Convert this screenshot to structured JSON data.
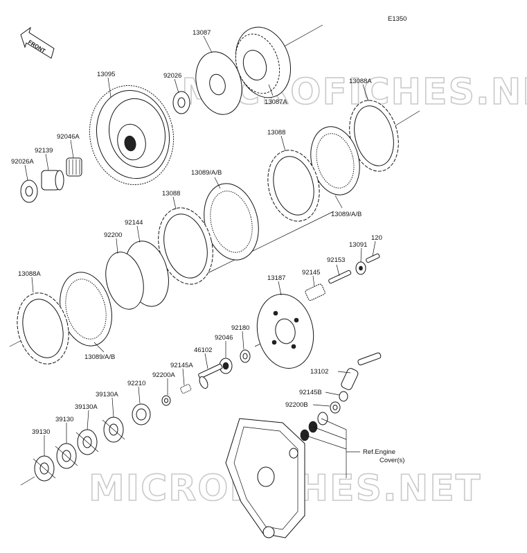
{
  "diagram_code": "E1350",
  "direction_label": "FRONT",
  "watermark_top": "MICROFICHES.NET",
  "watermark_bottom": "MICROFICHES.NET",
  "reference_note_line1": "Ref.Engine",
  "reference_note_line2": "Cover(s)",
  "part_labels": {
    "p13087": "13087",
    "p13087A": "13087A",
    "p13095": "13095",
    "p92026": "92026",
    "p13088A_top": "13088A",
    "p92046A": "92046A",
    "p92139": "92139",
    "p92026A": "92026A",
    "p13088_right": "13088",
    "p13089_mid": "13089/A/B",
    "p13088_left": "13088",
    "p13089_right": "13089/A/B",
    "p92144": "92144",
    "p92200": "92200",
    "p13091": "13091",
    "p120": "120",
    "p92153": "92153",
    "p92145": "92145",
    "p13088A_bottom": "13088A",
    "p13187": "13187",
    "p92180": "92180",
    "p92046": "92046",
    "p46102": "46102",
    "p13089_bottom": "13089/A/B",
    "p92145A": "92145A",
    "p92200A": "92200A",
    "p13102": "13102",
    "p92210": "92210",
    "p39130A_1": "39130A",
    "p92145B": "92145B",
    "p39130A_2": "39130A",
    "p92200B": "92200B",
    "p39130_1": "39130",
    "p39130_2": "39130"
  }
}
